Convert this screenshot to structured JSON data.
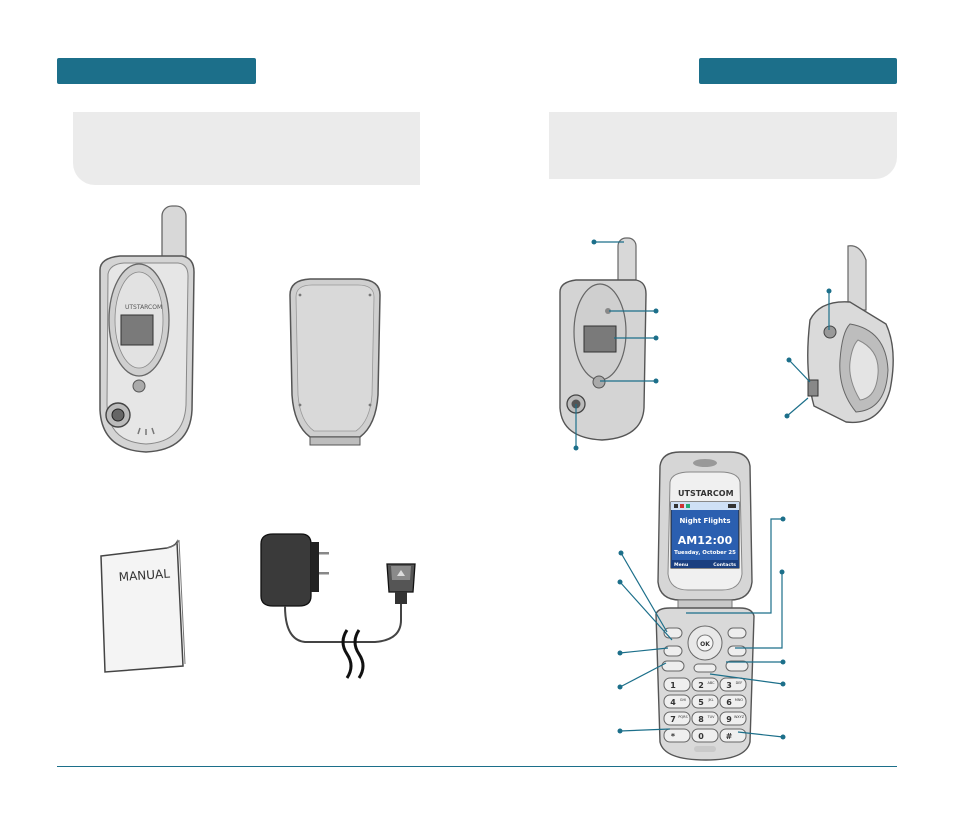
{
  "colors": {
    "accent": "#1c6f8a",
    "panel": "#ebebeb"
  },
  "items": {
    "manual_cover": "MANUAL"
  },
  "phone_display": {
    "brand": "UTSTARCOM",
    "title": "Night Flights",
    "time": "AM12:00",
    "date": "Tuesday, October 25",
    "softkey_left": "Menu",
    "softkey_right": "Contacts"
  },
  "keypad": {
    "nav_center": "OK",
    "keys": [
      {
        "main": "1",
        "sub": ""
      },
      {
        "main": "2",
        "sub": "ABC"
      },
      {
        "main": "3",
        "sub": "DEF"
      },
      {
        "main": "4",
        "sub": "GHI"
      },
      {
        "main": "5",
        "sub": "JKL"
      },
      {
        "main": "6",
        "sub": "MNO"
      },
      {
        "main": "7",
        "sub": "PQRS"
      },
      {
        "main": "8",
        "sub": "TUV"
      },
      {
        "main": "9",
        "sub": "WXYZ"
      },
      {
        "main": "*",
        "sub": ""
      },
      {
        "main": "0",
        "sub": ""
      },
      {
        "main": "#",
        "sub": ""
      }
    ]
  }
}
